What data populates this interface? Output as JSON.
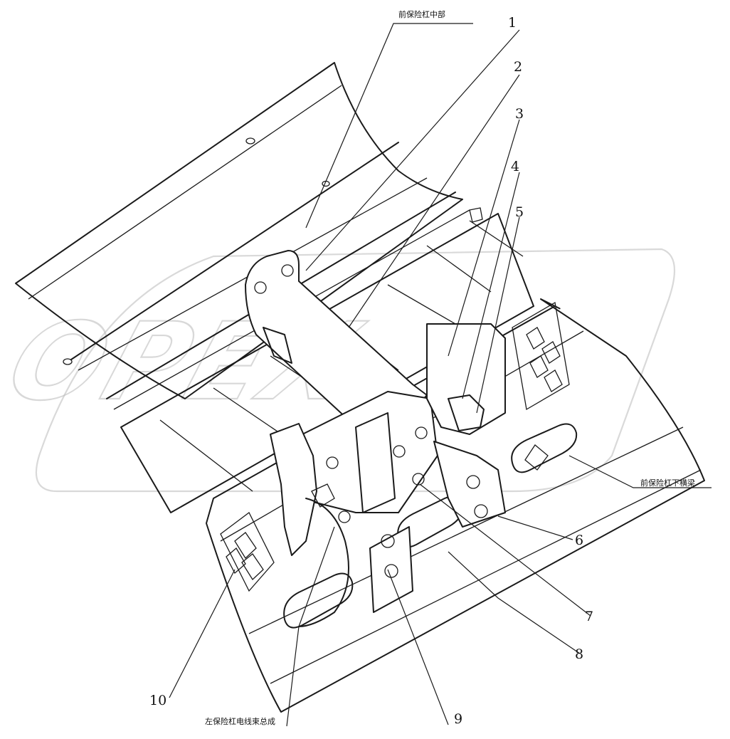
{
  "callouts": [
    {
      "id": "1",
      "label": "1"
    },
    {
      "id": "2",
      "label": "2"
    },
    {
      "id": "3",
      "label": "3"
    },
    {
      "id": "4",
      "label": "4"
    },
    {
      "id": "5",
      "label": "5"
    },
    {
      "id": "6",
      "label": "6"
    },
    {
      "id": "7",
      "label": "7"
    },
    {
      "id": "8",
      "label": "8"
    },
    {
      "id": "9",
      "label": "9"
    },
    {
      "id": "10",
      "label": "10"
    }
  ],
  "text_labels": {
    "front_bumper_middle": "前保险杠中部",
    "front_bumper_lower_beam": "前保险杠下横梁",
    "left_bumper_harness": "左保险杠电线束总成"
  },
  "watermark": "OPEX",
  "colors": {
    "line": "#1a1a1a",
    "watermark": "#b9b9b9",
    "background": "#ffffff"
  }
}
